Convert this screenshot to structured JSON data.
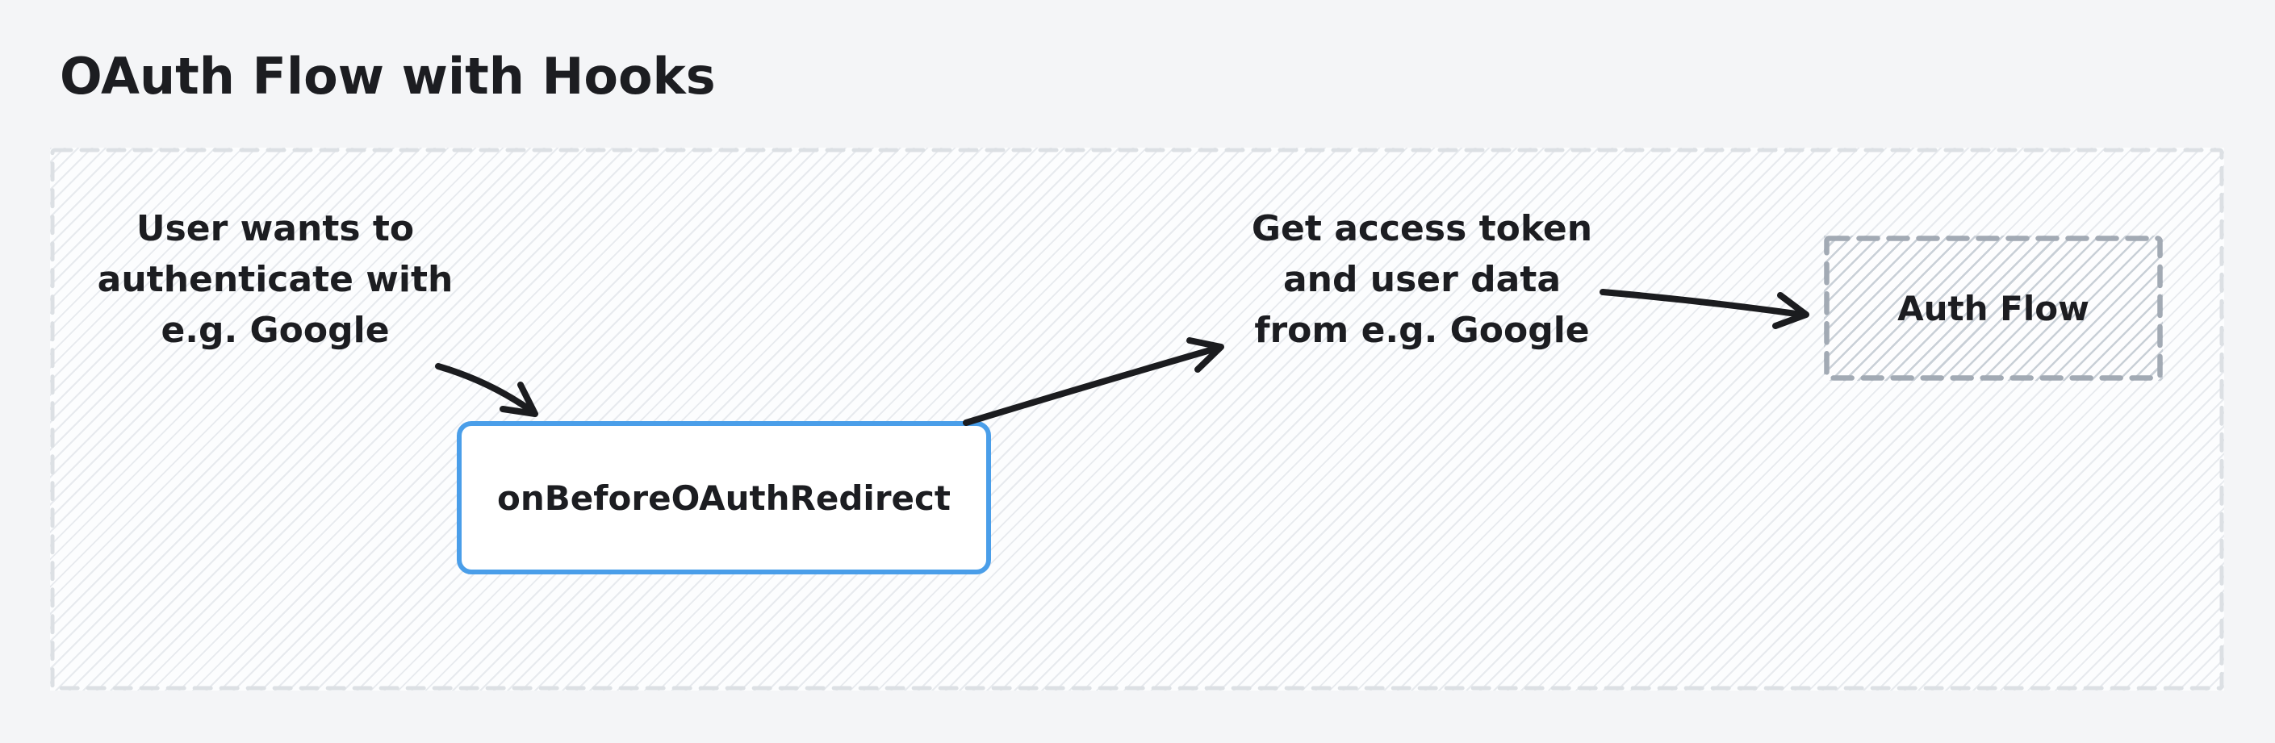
{
  "title": "OAuth Flow with Hooks",
  "colors": {
    "page_background": "#f4f5f7",
    "ink": "#1c1d21",
    "accent_blue": "#4a9ee9",
    "container_border": "#dce0e4",
    "dashed_node_border": "#a2aab4",
    "arrow": "#1b1c1f"
  },
  "diagram": {
    "notes": [
      {
        "id": "user-authenticate",
        "text": "User wants to\nauthenticate with\ne.g. Google"
      },
      {
        "id": "get-access-token",
        "text": "Get access token\nand user data\nfrom e.g. Google"
      }
    ],
    "nodes": [
      {
        "id": "on-before-oauth-redirect",
        "label": "onBeforeOAuthRedirect",
        "style": "solid-blue"
      },
      {
        "id": "auth-flow",
        "label": "Auth Flow",
        "style": "dashed-gray"
      }
    ],
    "arrows": [
      {
        "from": "user-authenticate",
        "to": "on-before-oauth-redirect"
      },
      {
        "from": "on-before-oauth-redirect",
        "to": "get-access-token"
      },
      {
        "from": "get-access-token",
        "to": "auth-flow"
      }
    ]
  }
}
